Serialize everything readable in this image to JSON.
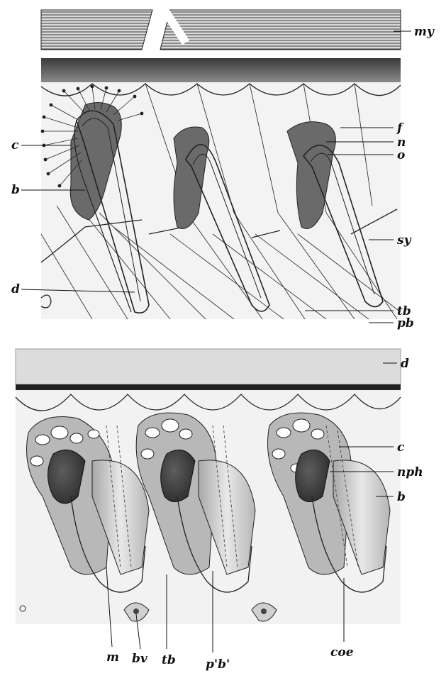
{
  "figure": {
    "upper_panel": {
      "labels": {
        "my": "my",
        "c": "c",
        "b": "b",
        "d": "d",
        "f": "f",
        "n": "n",
        "o": "o",
        "sy": "sy",
        "tb": "tb",
        "pb": "pb"
      }
    },
    "lower_panel": {
      "labels": {
        "d": "d",
        "c": "c",
        "nph": "nph",
        "b": "b",
        "m": "m",
        "bv": "bv",
        "tb": "tb",
        "pb": "p'b'",
        "coe": "coe"
      }
    }
  }
}
